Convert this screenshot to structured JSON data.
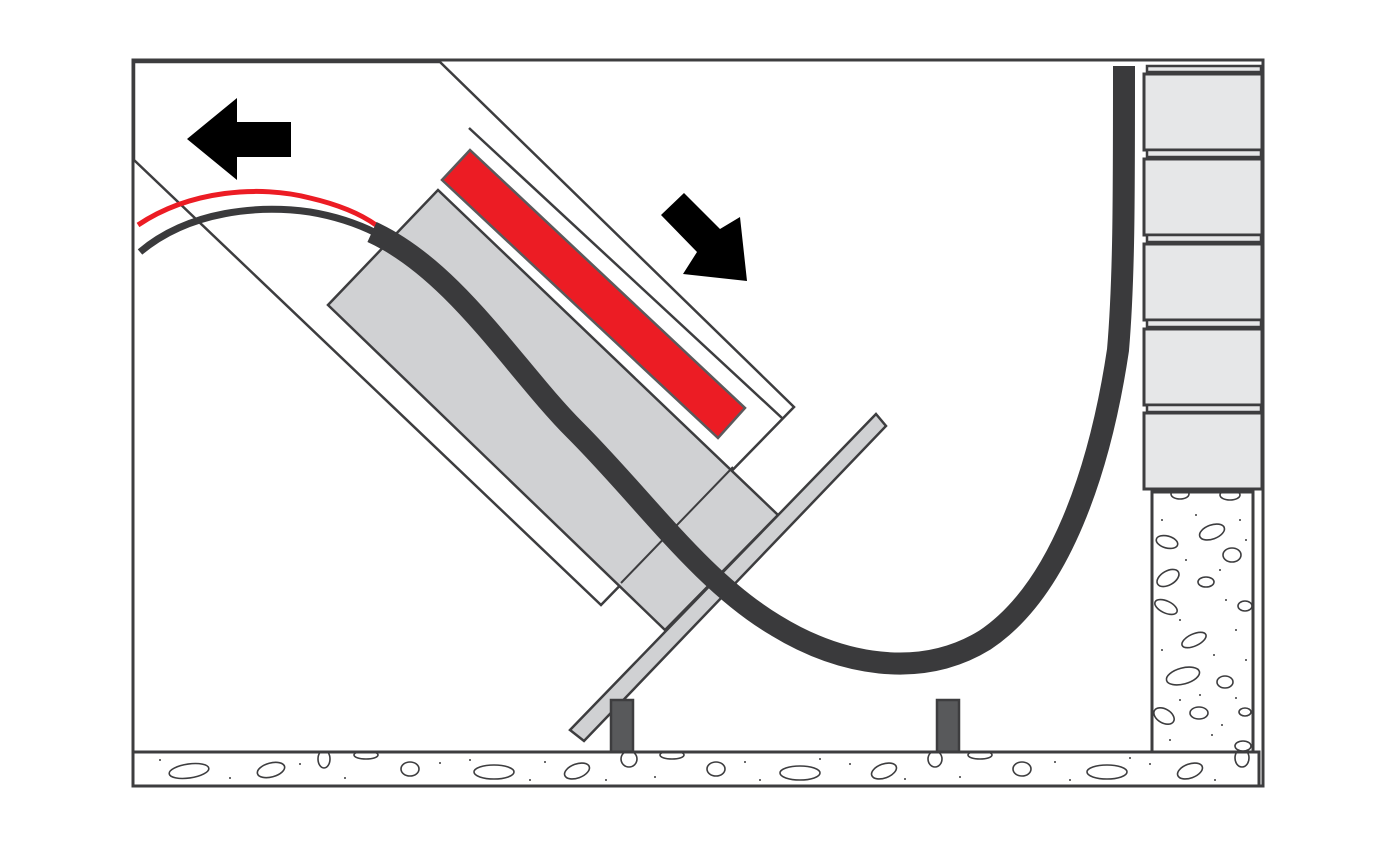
{
  "diagram": {
    "colors": {
      "outline": "#3d3d3f",
      "panel_fill": "#d0d1d3",
      "red_strip": "#ec1c24",
      "red_wire": "#ec1c24",
      "cable": "#3a3a3c",
      "block_fill": "#e6e7e8",
      "arrow": "#000000",
      "concrete": "#ffffff"
    },
    "arrows": [
      {
        "direction": "left",
        "icon": "arrow-left-icon"
      },
      {
        "direction": "down-right",
        "icon": "arrow-down-right-icon"
      }
    ],
    "block_count": 5
  }
}
